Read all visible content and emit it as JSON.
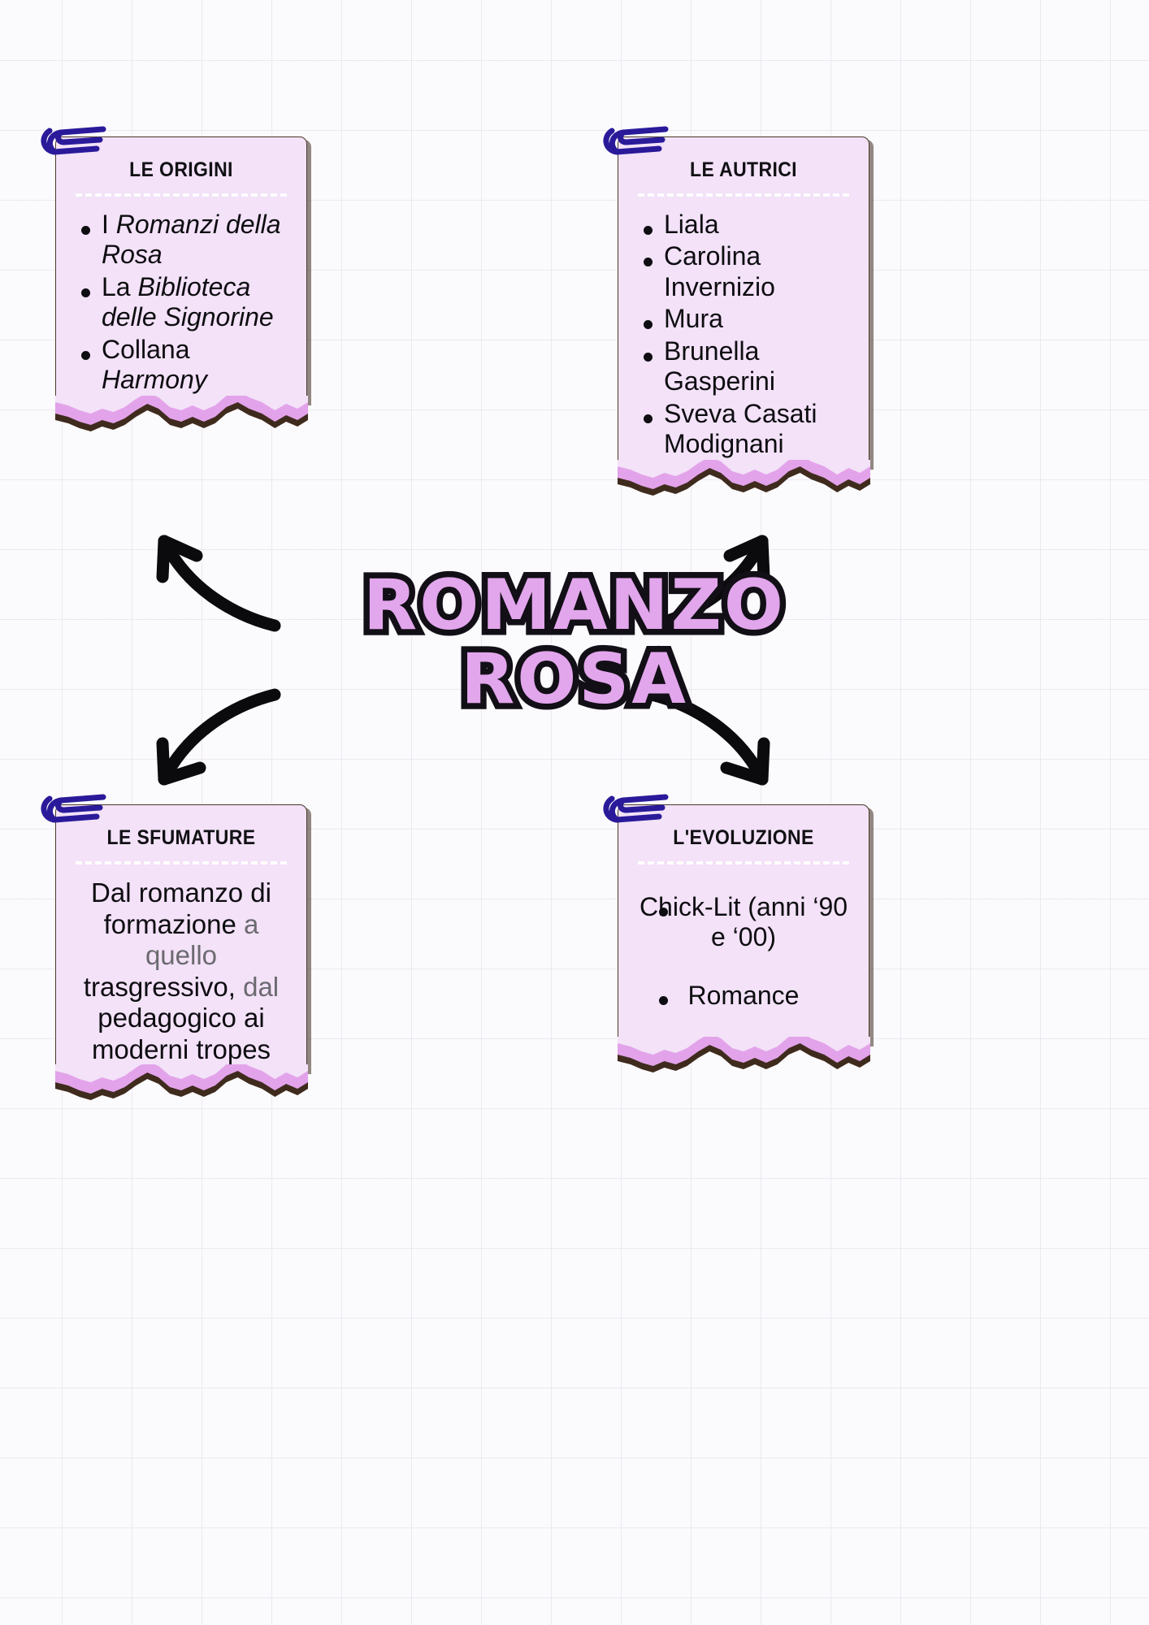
{
  "title": {
    "line1": "ROMANZO",
    "line2": "ROSA"
  },
  "theme": {
    "card_bg": "#f3e2f8",
    "card_border": "#4a3a2a",
    "torn_band": "#e3a3ea",
    "torn_shadow": "#3f2b1d",
    "clip_color": "#2a1a9a",
    "title_fill": "#e2a6ec",
    "title_stroke": "#120f16",
    "gray_text": "#6c6a70",
    "page_bg": "#fbfafc",
    "grid_line": "#e2dae8"
  },
  "cards": {
    "origini": {
      "heading": "LE ORIGINI",
      "items": [
        {
          "plain": "I ",
          "italic": "Romanzi della Rosa"
        },
        {
          "plain": "La ",
          "italic": "Biblioteca delle Signorine"
        },
        {
          "plain": "Collana ",
          "italic": "Harmony"
        }
      ]
    },
    "autrici": {
      "heading": "LE AUTRICI",
      "items": [
        "Liala",
        "Carolina Invernizio",
        "Mura",
        "Brunella Gasperini",
        "Sveva Casati Modignani"
      ]
    },
    "sfumature": {
      "heading": "LE SFUMATURE",
      "parts": [
        {
          "text": "Dal romanzo di formazione ",
          "gray": false
        },
        {
          "text": "a quello ",
          "gray": true
        },
        {
          "text": "trasgressivo, ",
          "gray": false
        },
        {
          "text": "dal ",
          "gray": true
        },
        {
          "text": "pedagogico ai moderni tropes",
          "gray": false
        }
      ]
    },
    "evoluzione": {
      "heading": "L'EVOLUZIONE",
      "items": [
        "Chick-Lit (anni ‘90 e ‘00)",
        "Romance"
      ]
    }
  },
  "icons": {
    "paperclip": "paperclip-icon",
    "arrow": "curved-arrow-icon"
  }
}
